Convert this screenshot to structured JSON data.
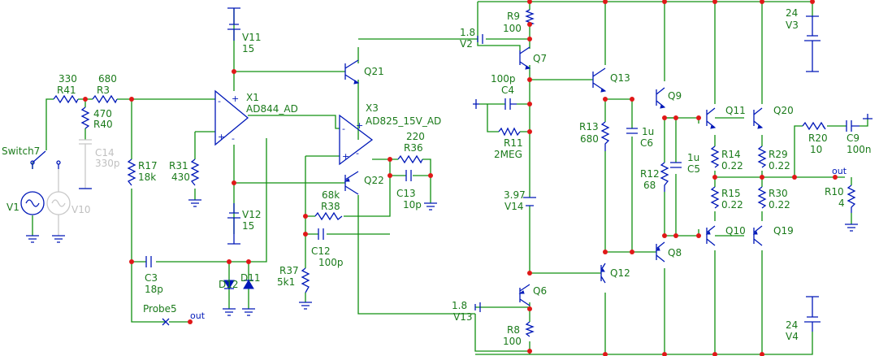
{
  "labels": {
    "r41_val": "330",
    "r41": "R41",
    "r3_val": "680",
    "r3": "R3",
    "r40_val": "470",
    "r40": "R40",
    "c14": "C14",
    "c14_val": "330p",
    "switch7": "Switch7",
    "v1": "V1",
    "v10": "V10",
    "r17": "R17",
    "r17_val": "18k",
    "r31": "R31",
    "r31_val": "430",
    "v11": "V11",
    "v11_val": "15",
    "v12": "V12",
    "v12_val": "15",
    "x1": "X1",
    "x1_part": "AD844_AD",
    "x3": "X3",
    "x3_part": "AD825_15V_AD",
    "q21": "Q21",
    "q22": "Q22",
    "r36_val": "220",
    "r36": "R36",
    "c13": "C13",
    "c13_val": "10p",
    "r38_val": "68k",
    "r38": "R38",
    "c12": "C12",
    "c12_val": "100p",
    "r37": "R37",
    "r37_val": "5k1",
    "c3": "C3",
    "c3_val": "18p",
    "d12": "D12",
    "d11": "D11",
    "probe5": "Probe5",
    "probe_out": "out",
    "v2_val": "1.8",
    "v2": "V2",
    "r9": "R9",
    "r9_val": "100",
    "q7": "Q7",
    "c4_val": "100p",
    "c4": "C4",
    "r11": "R11",
    "r11_val": "2MEG",
    "v14_val": "3.97",
    "v14": "V14",
    "v13_val": "1.8",
    "v13": "V13",
    "q6": "Q6",
    "r8": "R8",
    "r8_val": "100",
    "q13": "Q13",
    "r13": "R13",
    "r13_val": "680",
    "q12": "Q12",
    "c6_val": "1u",
    "c6": "C6",
    "q9": "Q9",
    "q8": "Q8",
    "c5_val": "1u",
    "c5": "C5",
    "r12": "R12",
    "r12_val": "68",
    "q11": "Q11",
    "q20": "Q20",
    "q10": "Q10",
    "q19": "Q19",
    "r14": "R14",
    "r14_val": "0.22",
    "r15": "R15",
    "r15_val": "0.22",
    "r29": "R29",
    "r29_val": "0.22",
    "r30": "R30",
    "r30_val": "0.22",
    "v3_val": "24",
    "v3": "V3",
    "v4_val": "24",
    "v4": "V4",
    "r20": "R20",
    "r20_val": "10",
    "c9": "C9",
    "c9_val": "100n",
    "out": "out",
    "r10": "R10",
    "r10_val": "4"
  },
  "colors": {
    "wire": "#109010",
    "component": "#0018b8",
    "node": "#e01818",
    "label": "#1a7a1a",
    "disabled": "#c0c0c0",
    "background": "#ffffff"
  }
}
